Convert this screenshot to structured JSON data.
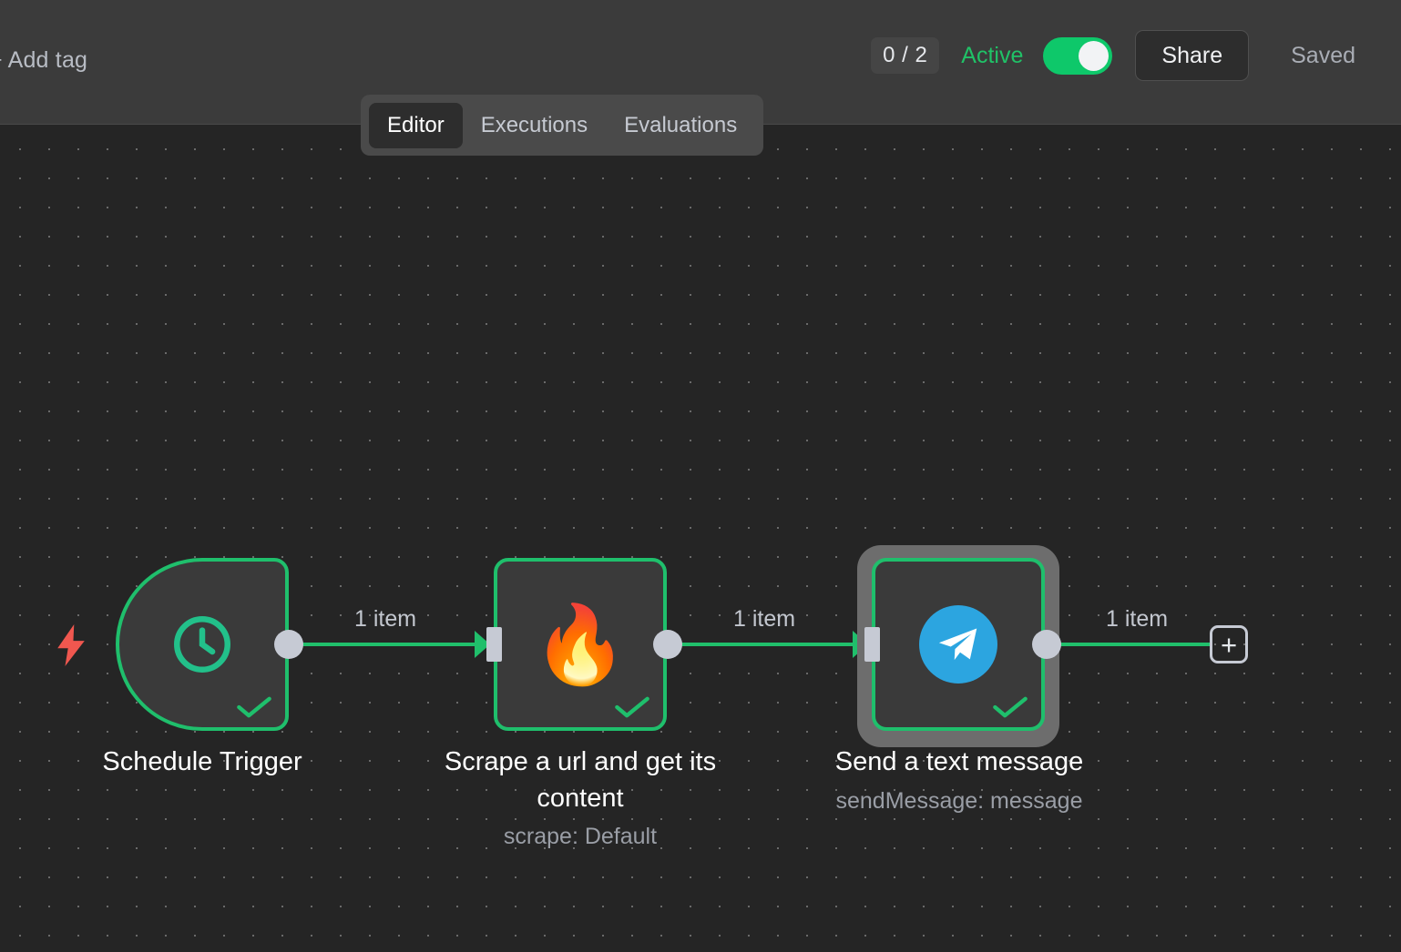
{
  "header": {
    "add_tag_label": "+ Add tag",
    "execution_count": "0 / 2",
    "active_label": "Active",
    "active_toggle_on": true,
    "share_label": "Share",
    "saved_label": "Saved",
    "accent_green": "#0ec86a",
    "active_text_color": "#20c267"
  },
  "tabs": [
    {
      "label": "Editor",
      "active": true
    },
    {
      "label": "Executions",
      "active": false
    },
    {
      "label": "Evaluations",
      "active": false
    }
  ],
  "canvas": {
    "background": "#252525",
    "edge_color": "#20bf6b",
    "node_border_color": "#1fbf6c",
    "node_fill": "#3a3a3a",
    "trigger_bolt_color": "#f0574f",
    "add_node_label": "+"
  },
  "nodes": [
    {
      "name": "Schedule Trigger",
      "subtitle": "",
      "icon": "clock-icon",
      "icon_color": "#22c08a",
      "status": "success",
      "selected": false,
      "is_trigger": true
    },
    {
      "name": "Scrape a url and get its\ncontent",
      "subtitle": "scrape: Default",
      "icon": "flame-icon",
      "icon_color": "#ff7a18",
      "status": "success",
      "selected": false,
      "is_trigger": false
    },
    {
      "name": "Send a text message",
      "subtitle": "sendMessage: message",
      "icon": "telegram-icon",
      "icon_color": "#2ca5e0",
      "status": "success",
      "selected": true,
      "is_trigger": false
    }
  ],
  "connections": [
    {
      "label": "1 item"
    },
    {
      "label": "1 item"
    },
    {
      "label": "1 item"
    }
  ]
}
